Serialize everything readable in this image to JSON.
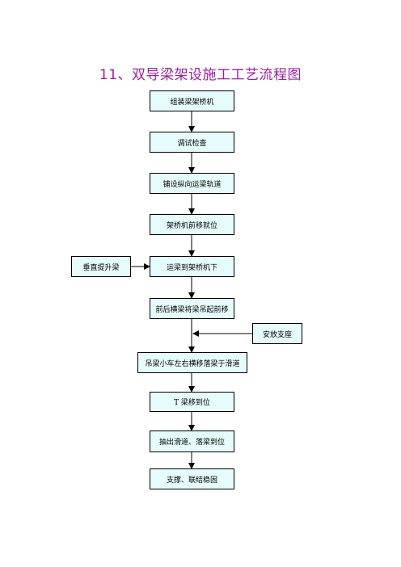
{
  "title": "11、双导梁架设施工工艺流程图",
  "colors": {
    "title": "#9b1fa0",
    "box_fill": "#e6fbfb",
    "line": "#000000"
  },
  "steps": [
    "组装梁架桥机",
    "调试检查",
    "铺设纵向运梁轨道",
    "架桥机前移就位",
    "运梁到架桥机下",
    "前后横梁将梁吊起前移",
    "吊梁小车左右横移落梁于滑道",
    "T 梁移到位",
    "抽出滑道、落梁到位",
    "支撑、联结稳固"
  ],
  "side_steps": {
    "left": "垂直提升梁",
    "right": "安放支座"
  }
}
